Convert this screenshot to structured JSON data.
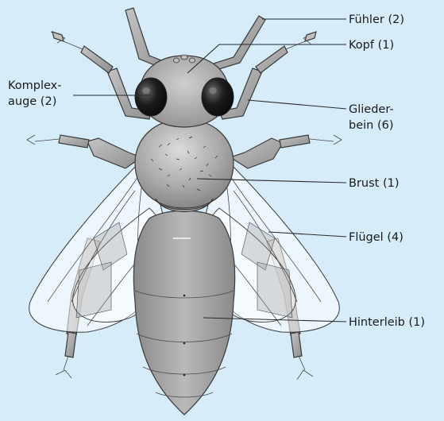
{
  "diagram": {
    "background": "#d6ecf8",
    "body_color": "#9a9a9a",
    "labels": {
      "fuehler": "Fühler (2)",
      "kopf": "Kopf (1)",
      "komplexauge_line1": "Komplex-",
      "komplexauge_line2": "auge (2)",
      "gliederbein_line1": "Glieder-",
      "gliederbein_line2": "bein (6)",
      "brust": "Brust (1)",
      "fluegel": "Flügel (4)",
      "hinterleib": "Hinterleib (1)"
    }
  }
}
